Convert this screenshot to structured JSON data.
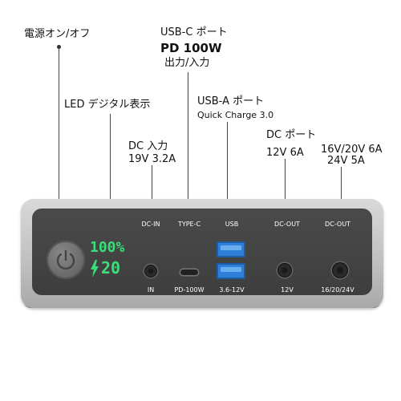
{
  "callouts": {
    "power": "電源オン/オフ",
    "led": "LED デジタル表示",
    "dc_in_title": "DC 入力",
    "dc_in_spec": "19V 3.2A",
    "usbc_title": "USB-C ポート",
    "usbc_pd": "PD 100W",
    "usbc_io": "出力/入力",
    "usba_title": "USB-A ポート",
    "usba_qc": "Quick Charge 3.0",
    "dc_out1_title": "DC ポート",
    "dc_out1_spec": "12V 6A",
    "dc_out2_spec1": "16V/20V 6A",
    "dc_out2_spec2": "24V 5A"
  },
  "ports": {
    "top": [
      "DC-IN",
      "TYPE-C",
      "USB",
      "DC-OUT",
      "DC-OUT"
    ],
    "bottom": [
      "IN",
      "PD-100W",
      "3.6-12V",
      "12V",
      "16/20/24V"
    ]
  },
  "display": {
    "battery": "100%",
    "watts": "20"
  },
  "colors": {
    "lcd_green": "#39e07a",
    "usb_blue": "#2f7fd8",
    "body_dark": "#444444"
  }
}
